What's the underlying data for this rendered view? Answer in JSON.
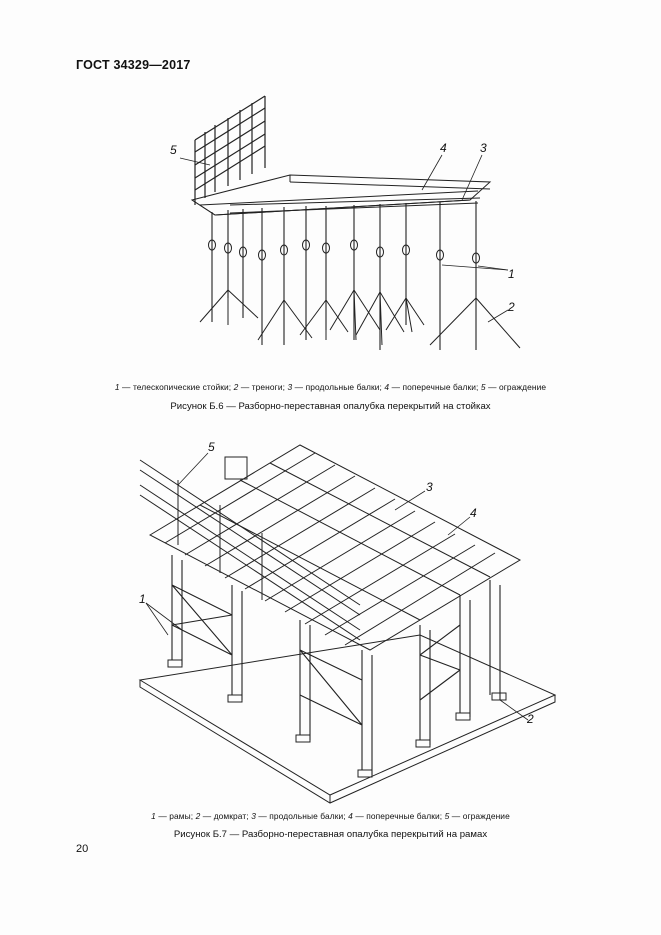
{
  "header": {
    "doc_code": "ГОСТ 34329—2017"
  },
  "figure_b6": {
    "callouts": [
      "5",
      "4",
      "3",
      "1",
      "2"
    ],
    "legend": [
      {
        "num": "1",
        "text": " — телескопические стойки; "
      },
      {
        "num": "2",
        "text": " — треноги; "
      },
      {
        "num": "3",
        "text": " — продольные балки; "
      },
      {
        "num": "4",
        "text": " — поперечные балки; "
      },
      {
        "num": "5",
        "text": " — ограждение"
      }
    ],
    "caption": "Рисунок Б.6 — Разборно-переставная опалубка перекрытий на стойках"
  },
  "figure_b7": {
    "callouts": [
      "5",
      "3",
      "4",
      "1",
      "2"
    ],
    "legend": [
      {
        "num": "1",
        "text": " — рамы; "
      },
      {
        "num": "2",
        "text": " — домкрат; "
      },
      {
        "num": "3",
        "text": " — продольные балки; "
      },
      {
        "num": "4",
        "text": " — поперечные балки; "
      },
      {
        "num": "5",
        "text": " — ограждение"
      }
    ],
    "caption": "Рисунок Б.7 — Разборно-переставная опалубка перекрытий на рамах"
  },
  "page": {
    "number": "20"
  }
}
